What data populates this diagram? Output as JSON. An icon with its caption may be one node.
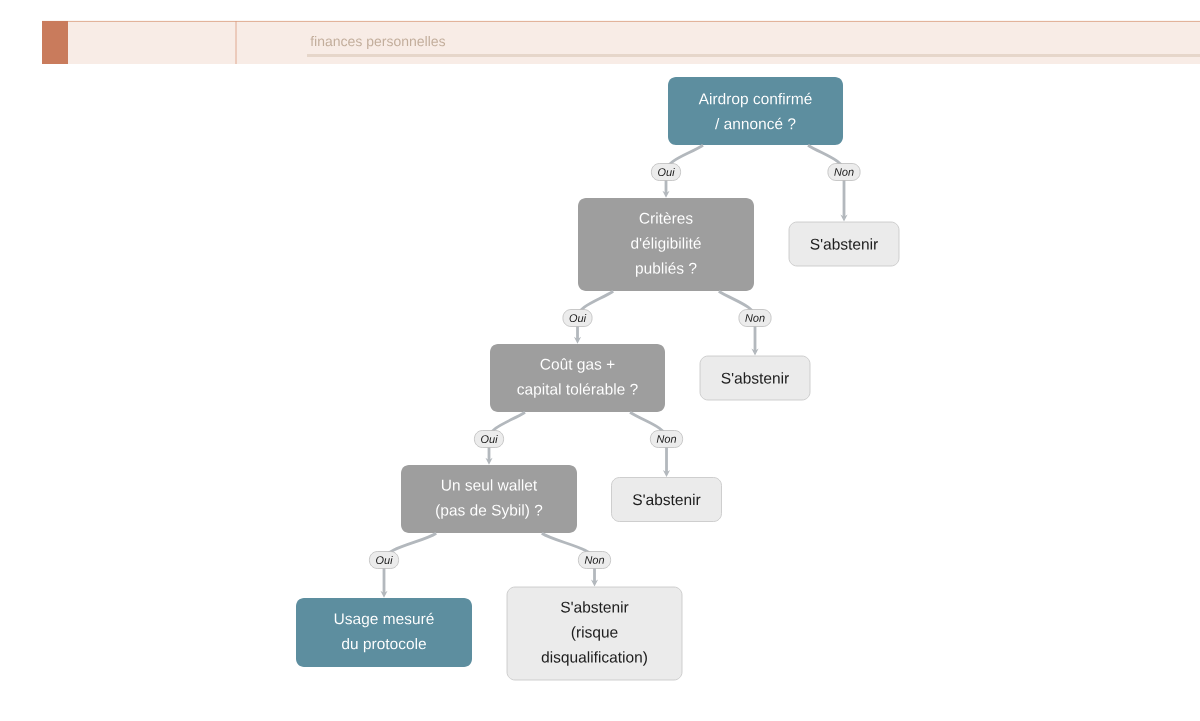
{
  "diagram": {
    "nodes": [
      {
        "text": [
          "Airdrop confirmé / annoncé ?"
        ]
      },
      {
        "text": [
          "Critères d'éligibilité publiés ?"
        ]
      },
      {
        "text": [
          "S'abstenir"
        ]
      },
      {
        "text": [
          "Coût gas + capital tolérable ?"
        ]
      },
      {
        "text": [
          "S'abstenir"
        ]
      },
      {
        "text": [
          "Un seul wallet (pas de Sybil) ?"
        ]
      },
      {
        "text": [
          "S'abstenir"
        ]
      },
      {
        "text": [
          "Usage mesuré du protocole"
        ]
      },
      {
        "text": [
          "S'abstenir (risque disqualification)"
        ]
      }
    ],
    "edges": [
      {
        "from": 0,
        "to": 1,
        "arrow": "to",
        "label": "Oui"
      },
      {
        "from": 0,
        "to": 2,
        "arrow": "to",
        "label": "Non"
      },
      {
        "from": 1,
        "to": 3,
        "arrow": "to",
        "label": "Oui"
      },
      {
        "from": 1,
        "to": 4,
        "arrow": "to",
        "label": "Non"
      },
      {
        "from": 3,
        "to": 5,
        "arrow": "to",
        "label": "Oui"
      },
      {
        "from": 3,
        "to": 6,
        "arrow": "to",
        "label": "Non"
      },
      {
        "from": 5,
        "to": 7,
        "arrow": "to",
        "label": "Oui"
      },
      {
        "from": 5,
        "to": 8,
        "arrow": "to",
        "label": "Non"
      }
    ],
    "labels": [
      "finances personnelles"
    ]
  }
}
